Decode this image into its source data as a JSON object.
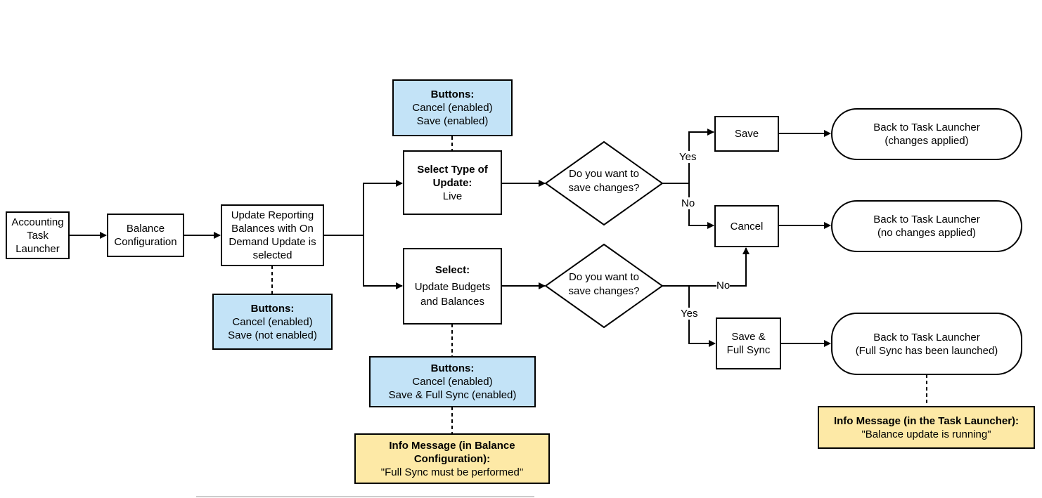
{
  "nodes": {
    "accounting_task_launcher": "Accounting Task Launcher",
    "balance_configuration": "Balance Configuration",
    "update_reporting": "Update Reporting Balances with On Demand Update is selected",
    "select_type_title": "Select Type of Update:",
    "select_type_value": "Live",
    "select_title": "Select:",
    "select_value": "Update Budgets and Balances",
    "save": "Save",
    "cancel": "Cancel",
    "save_full_sync": "Save & Full Sync"
  },
  "decisions": {
    "top": "Do you want to save changes?",
    "bottom": "Do you want to save changes?"
  },
  "edge_labels": {
    "yes_top": "Yes",
    "no_top": "No",
    "no_bottom": "No",
    "yes_bottom": "Yes"
  },
  "terminals": {
    "changes_applied_1": "Back to Task Launcher",
    "changes_applied_2": "(changes applied)",
    "no_changes_1": "Back to Task Launcher",
    "no_changes_2": "(no changes applied)",
    "full_sync_1": "Back to Task Launcher",
    "full_sync_2": "(Full Sync has been launched)"
  },
  "notes": {
    "buttons_top": {
      "title": "Buttons:",
      "line1": "Cancel (enabled)",
      "line2": "Save (enabled)"
    },
    "buttons_left": {
      "title": "Buttons:",
      "line1": "Cancel (enabled)",
      "line2": "Save (not enabled)"
    },
    "buttons_bottom": {
      "title": "Buttons:",
      "line1": "Cancel (enabled)",
      "line2": "Save & Full Sync (enabled)"
    },
    "info_balance": {
      "title": "Info Message (in Balance Configuration):",
      "line1": "\"Full Sync must be performed\""
    },
    "info_launcher": {
      "title": "Info Message (in the Task Launcher):",
      "line1": "\"Balance update is running\""
    }
  },
  "colors": {
    "note_blue": "#c3e3f7",
    "note_yellow": "#fde9a6",
    "stroke": "#000000"
  }
}
